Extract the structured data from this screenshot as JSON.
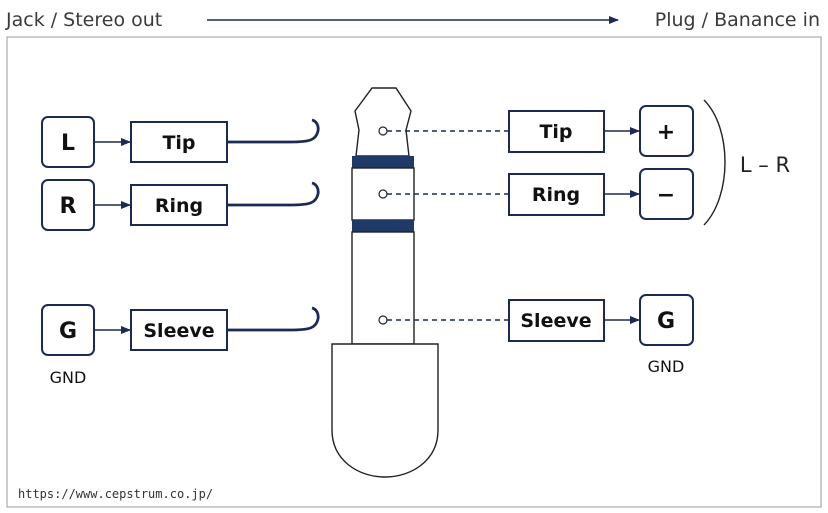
{
  "header": {
    "left_label": "Jack / Stereo out",
    "right_label": "Plug / Banance in"
  },
  "jack": {
    "inputs": [
      {
        "letter": "L",
        "signal": "Tip"
      },
      {
        "letter": "R",
        "signal": "Ring"
      },
      {
        "letter": "G",
        "signal": "Sleeve"
      }
    ],
    "gnd_label": "GND"
  },
  "plug": {
    "outputs": [
      {
        "signal": "Tip",
        "symbol": "+"
      },
      {
        "signal": "Ring",
        "symbol": "−"
      },
      {
        "signal": "Sleeve",
        "symbol": "G"
      }
    ],
    "gnd_label": "GND",
    "differential_label": "L – R"
  },
  "footer": {
    "url": "https://www.cepstrum.co.jp/"
  },
  "colors": {
    "accent": "#1a2a55",
    "line": "#1a2a55",
    "plug_band": "#1f3a66"
  }
}
